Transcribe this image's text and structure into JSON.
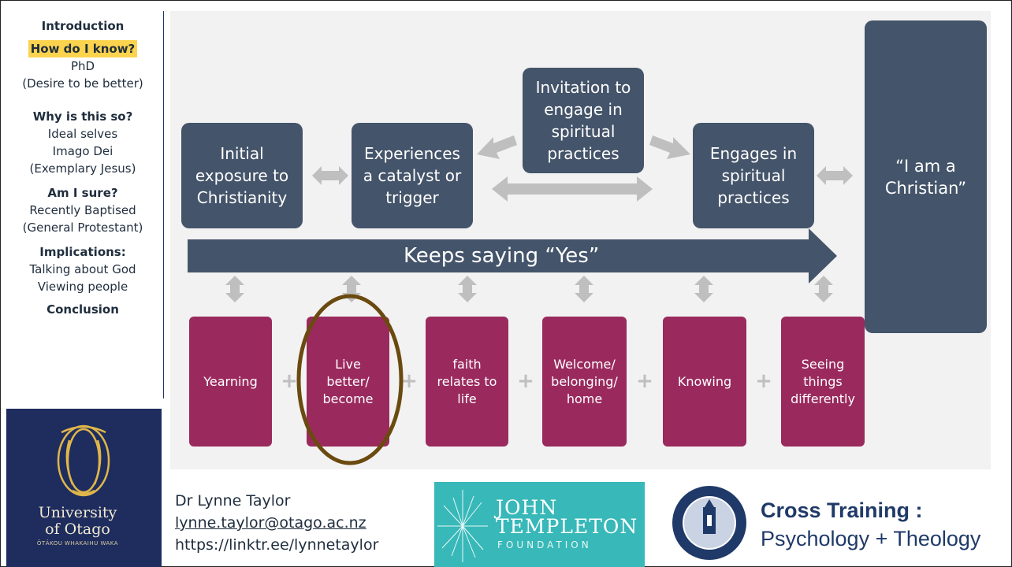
{
  "sidebar": {
    "intro": "Introduction",
    "how": "How do I know?",
    "how_l1": "PhD",
    "how_l2": "(Desire to be better)",
    "why": "Why is this so?",
    "why_l1": "Ideal selves",
    "why_l2": "Imago Dei",
    "why_l3": "(Exemplary Jesus)",
    "sure": "Am I sure?",
    "sure_l1": "Recently Baptised",
    "sure_l2": "(General Protestant)",
    "impl": "Implications:",
    "impl_l1": "Talking about God",
    "impl_l2": "Viewing people",
    "concl": "Conclusion"
  },
  "otago": {
    "name_l1": "University",
    "name_l2": "of Otago",
    "sub": "ŌTĀKOU WHAKAIHU WAKA"
  },
  "diagram": {
    "top_boxes": {
      "initial": "Initial\nexposure to\nChristianity",
      "catalyst": "Experiences\na catalyst or\ntrigger",
      "invitation": "Invitation to\nengage in\nspiritual\npractices",
      "engages": "Engages in\nspiritual\npractices",
      "christian": "“I am a\nChristian”"
    },
    "arrow_label": "Keeps saying “Yes”",
    "bottom_boxes": {
      "yearning": "Yearning",
      "live": "Live\nbetter/\nbecome",
      "faith": "faith\nrelates to\nlife",
      "welcome": "Welcome/\nbelonging/\nhome",
      "knowing": "Knowing",
      "seeing": "Seeing\nthings\ndifferently"
    },
    "plus": "+",
    "colors": {
      "slate": "#44546a",
      "plum": "#9a2a5e",
      "arrow_grey": "#bfbfbf",
      "circle": "#6b4a10"
    }
  },
  "contact": {
    "name": "Dr Lynne Taylor",
    "email": "lynne.taylor@otago.ac.nz",
    "link": "https://linktr.ee/lynnetaylor"
  },
  "templeton": {
    "l1": "JOHN",
    "l2": "TEMPLETON",
    "l3": "FOUNDATION"
  },
  "cross": {
    "title": "Cross Training :",
    "subtitle": "Psychology + Theology"
  }
}
